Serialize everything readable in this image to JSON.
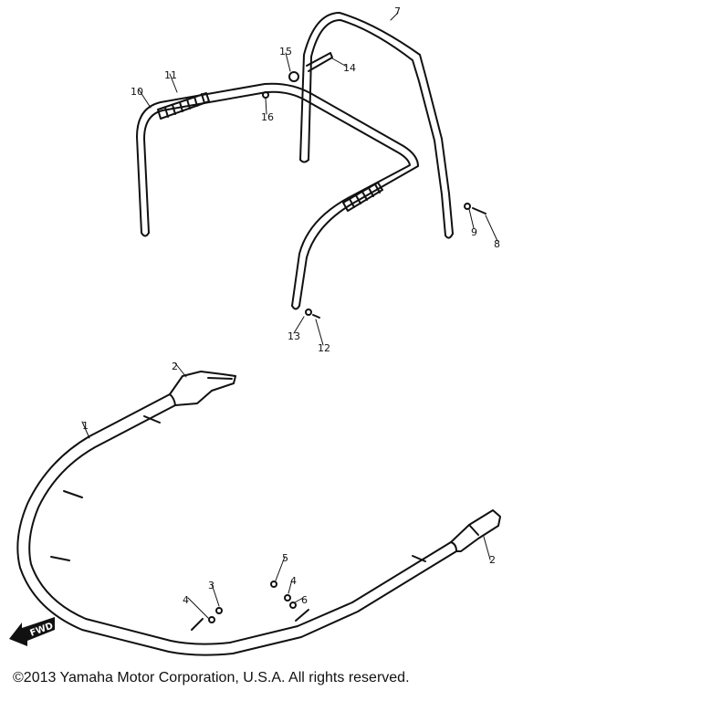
{
  "callouts": [
    "1",
    "2",
    "2",
    "3",
    "4",
    "4",
    "5",
    "6",
    "7",
    "8",
    "9",
    "10",
    "11",
    "12",
    "13",
    "14",
    "15",
    "16"
  ],
  "fwd_label": "FWD",
  "copyright": "©2013 Yamaha Motor Corporation, U.S.A. All rights reserved."
}
